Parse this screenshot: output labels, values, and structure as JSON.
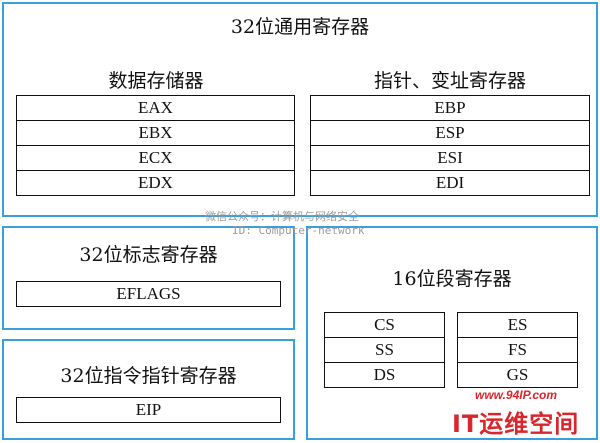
{
  "general": {
    "title": "32位通用寄存器",
    "data_group": {
      "label": "数据存储器",
      "registers": [
        "EAX",
        "EBX",
        "ECX",
        "EDX"
      ]
    },
    "pointer_group": {
      "label": "指针、变址寄存器",
      "registers": [
        "EBP",
        "ESP",
        "ESI",
        "EDI"
      ]
    }
  },
  "flags": {
    "title": "32位标志寄存器",
    "register": "EFLAGS"
  },
  "ip": {
    "title": "32位指令指针寄存器",
    "register": "EIP"
  },
  "segment": {
    "title": "16位段寄存器",
    "left": [
      "CS",
      "SS",
      "DS"
    ],
    "right": [
      "ES",
      "FS",
      "GS"
    ]
  },
  "watermark": {
    "line1": "微信公众号：计算机与网络安全",
    "line2": "ID: Computer-network"
  },
  "logo": {
    "url": "www.94IP.com",
    "text": "IT运维空间"
  },
  "colors": {
    "panel_border": "#3aa0dc",
    "logo": "#d8262c"
  }
}
